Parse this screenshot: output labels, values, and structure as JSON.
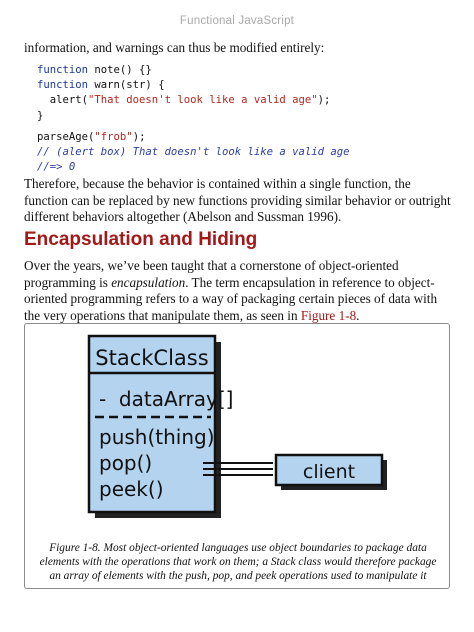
{
  "header": {
    "running_title": "Functional JavaScript"
  },
  "paragraphs": {
    "intro": "information, and warnings can thus be modified entirely:",
    "therefore": "Therefore, because the behavior is contained within a single function, the function can be replaced by new functions providing similar behavior or outright different behaviors altogether (Abelson and Sussman 1996).",
    "encap_pre": "Over the years, we’ve been taught that a cornerstone of object-oriented programming is ",
    "encap_em": "encapsulation",
    "encap_mid": ". The term encapsulation in reference to object-oriented programming refers to a way of packaging certain pieces of data with the very operations that manipulate them, as seen in ",
    "encap_ref": "Figure 1-8",
    "encap_end": "."
  },
  "section": {
    "title": "Encapsulation and Hiding"
  },
  "code_block_1": {
    "l1_kw": "function",
    "l1_rest": " note() {}",
    "l2_kw": "function",
    "l2_rest": " warn(str) {",
    "l3_pre": "  alert(",
    "l3_str": "\"That doesn't look like a valid age\"",
    "l3_post": ");",
    "l4": "}"
  },
  "code_block_2": {
    "l1_pre": "parseAge(",
    "l1_str": "\"frob\"",
    "l1_post": ");",
    "l2": "// (alert box) That doesn't look like a valid age",
    "l3": "//=> 0"
  },
  "figure": {
    "class_name": "StackClass",
    "field": "-  dataArray[]",
    "methods": [
      "push(thing)",
      "pop()",
      "peek()"
    ],
    "client_label": "client",
    "box_fill": "#b3d3ef",
    "caption": "Figure 1-8. Most object-oriented languages use object boundaries to package data elements with the operations that work on them; a Stack class would therefore package an array of elements with the push, pop, and peek operations used to manipulate it"
  },
  "colors": {
    "heading": "#a31919",
    "keyword": "#1b3a9a",
    "string": "#b3261e",
    "comment": "#2c3fa0",
    "figure_fill": "#b3d3ef"
  }
}
